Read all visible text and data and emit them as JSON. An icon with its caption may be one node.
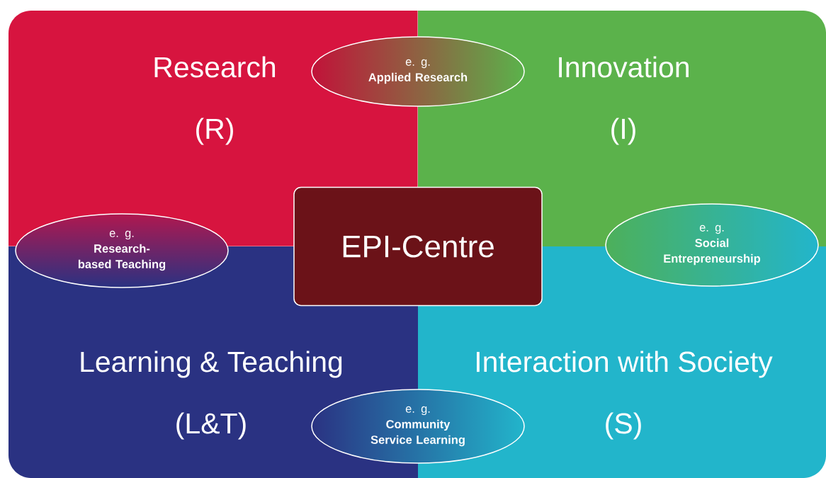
{
  "diagram": {
    "nodes": [
      {
        "text": [
          "Research",
          "(R)"
        ]
      },
      {
        "text": [
          "Innovation",
          "(I)"
        ]
      },
      {
        "text": [
          "Learning & Teaching",
          "(L&T)"
        ]
      },
      {
        "text": [
          "Interaction with Society",
          "(S)"
        ]
      },
      {
        "text": [
          "EPI-Centre"
        ]
      },
      {
        "text": [
          "e. g.",
          "Applied Research"
        ]
      },
      {
        "text": [
          "e. g.",
          "Research-based Teaching"
        ]
      },
      {
        "text": [
          "e. g.",
          "Social Entrepreneurship"
        ]
      },
      {
        "text": [
          "e. g.",
          "Community Service Learning"
        ]
      }
    ],
    "edges": []
  }
}
